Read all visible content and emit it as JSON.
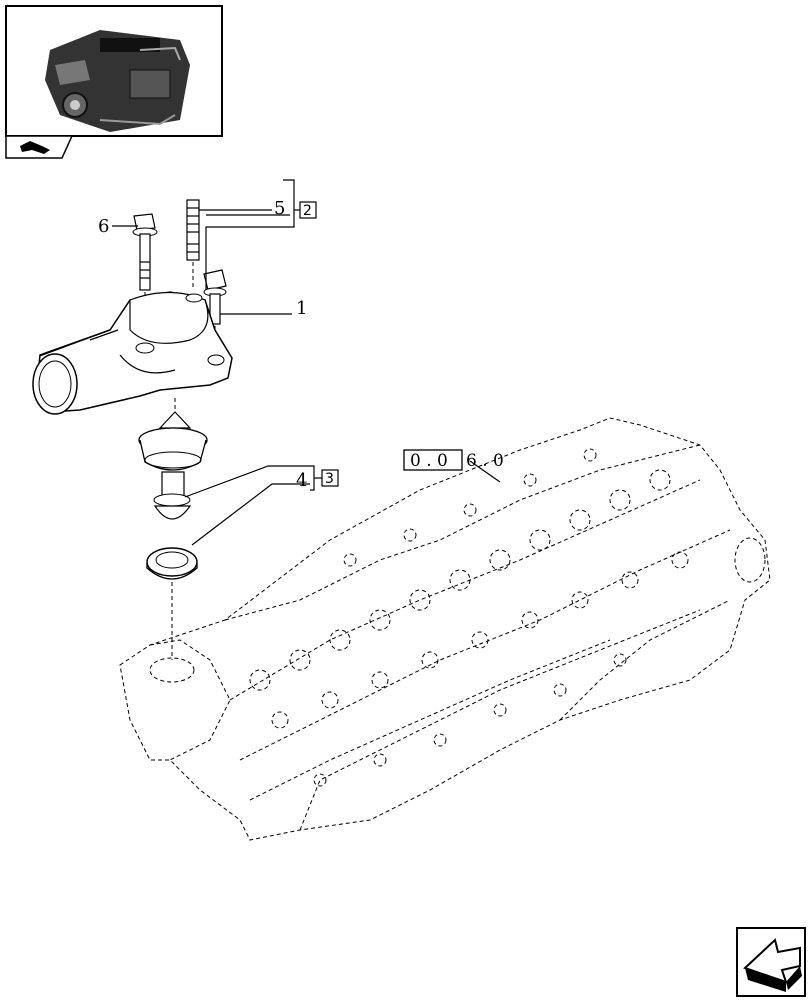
{
  "callouts": {
    "c1": "1",
    "c4": "4",
    "c5": "5",
    "c6": "6",
    "ref2": "2",
    "ref3": "3"
  },
  "reference": {
    "boxed": "0 . 0",
    "rest": "6 . 0"
  },
  "icons": {
    "thumbnail": "engine-thumbnail-icon",
    "badge": "book-badge-icon",
    "nav": "next-page-arrow-icon"
  }
}
